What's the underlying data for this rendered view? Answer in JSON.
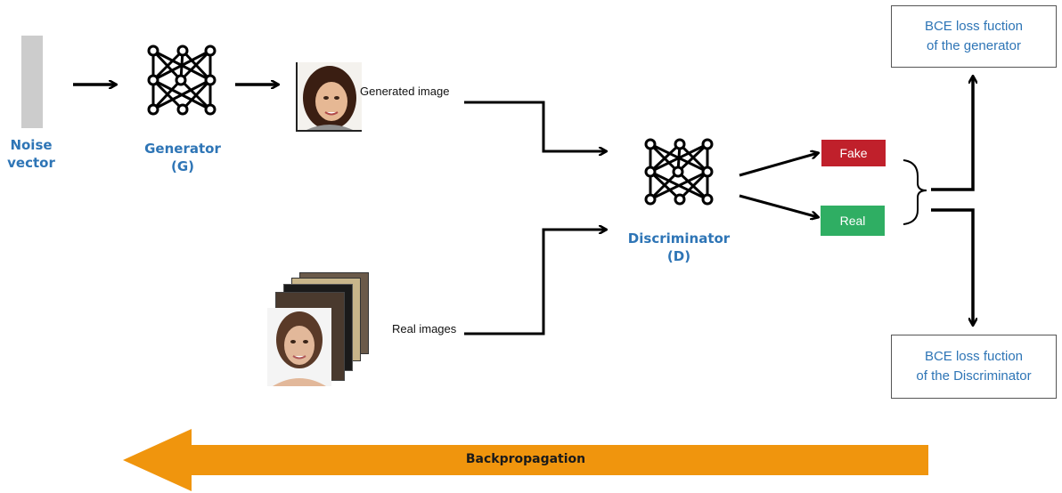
{
  "noise": {
    "label_line1": "Noise",
    "label_line2": "vector"
  },
  "generator": {
    "label_line1": "Generator",
    "label_line2": "(G)"
  },
  "discriminator": {
    "label_line1": "Discriminator",
    "label_line2": "(D)"
  },
  "generated_image_label": "Generated image",
  "real_images_label": "Real images",
  "outputs": {
    "fake": {
      "label": "Fake",
      "color": "#c0202b"
    },
    "real": {
      "label": "Real",
      "color": "#2fae63"
    }
  },
  "loss_generator": {
    "line1": "BCE loss fuction",
    "line2": "of the generator"
  },
  "loss_discriminator": {
    "line1": "BCE loss fuction",
    "line2": "of the Discriminator"
  },
  "backprop": {
    "label": "Backpropagation",
    "color": "#f0950d"
  },
  "colors": {
    "accent_blue": "#2e75b6",
    "noise_bar": "#cccccc"
  }
}
